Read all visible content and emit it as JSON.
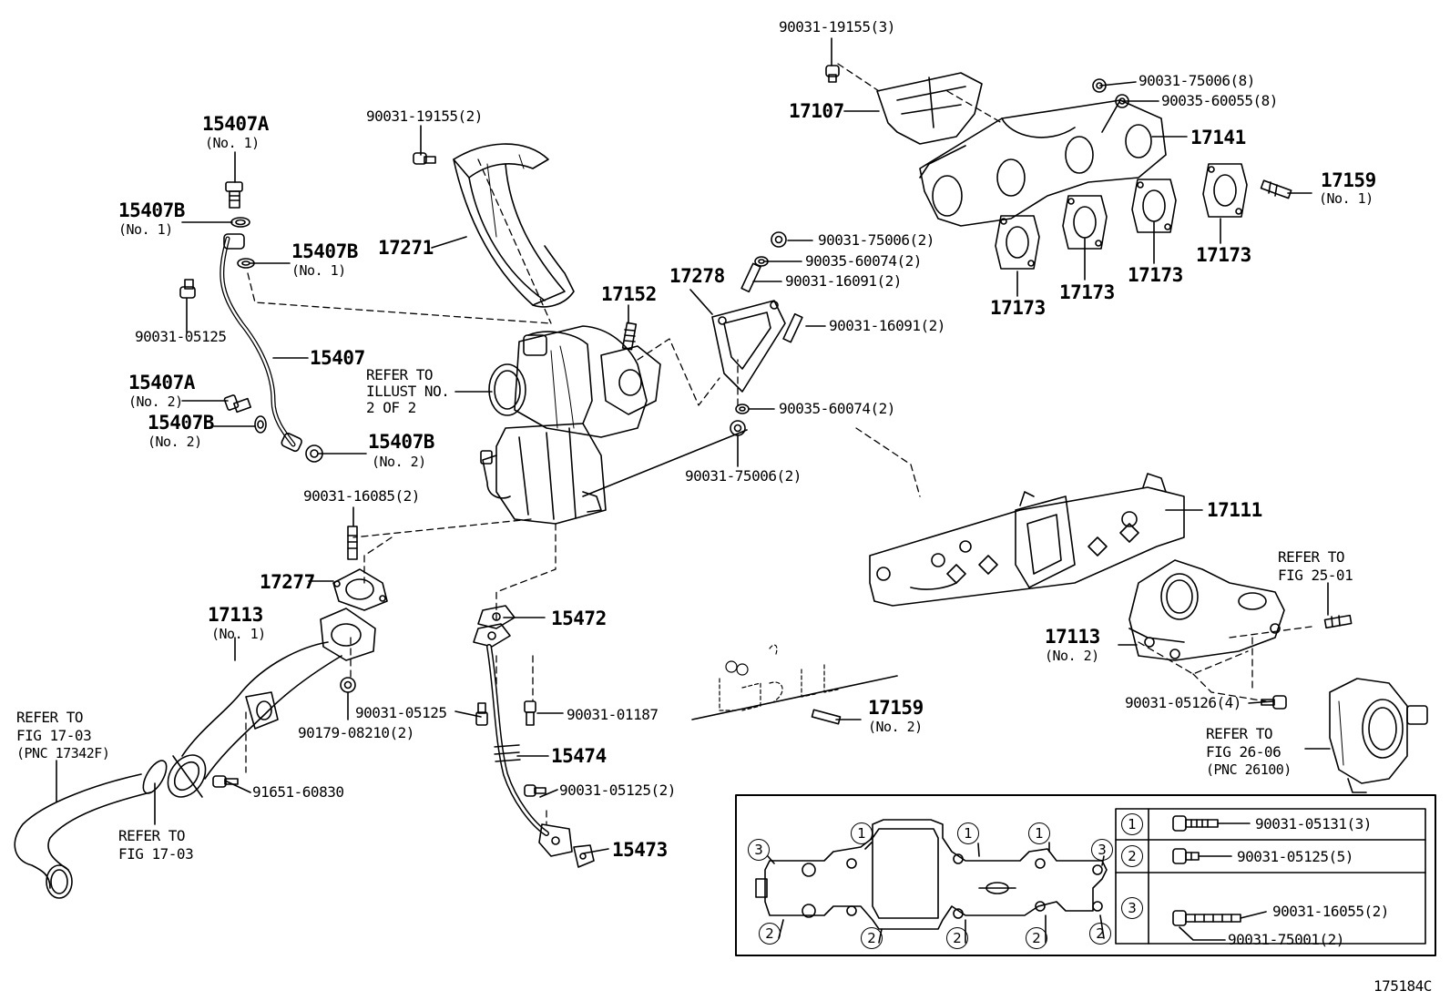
{
  "labels": {
    "p15407A_1": "15407A",
    "p15407A_1_sub": "(No. 1)",
    "p15407B_1a": "15407B",
    "p15407B_1a_sub": "(No. 1)",
    "p15407B_1b": "15407B",
    "p15407B_1b_sub": "(No. 1)",
    "b90031_05125_a": "90031-05125",
    "p15407": "15407",
    "p15407A_2": "15407A",
    "p15407A_2_sub": "(No. 2)",
    "p15407B_2a": "15407B",
    "p15407B_2a_sub": "(No. 2)",
    "p15407B_2b": "15407B",
    "p15407B_2b_sub": "(No. 2)",
    "b90031_19155_2": "90031-19155(2)",
    "p17271": "17271",
    "ref_illust_1": "REFER TO",
    "ref_illust_2": "ILLUST NO.",
    "ref_illust_3": "2 OF 2",
    "p17152": "17152",
    "p17278": "17278",
    "b90031_19155_3": "90031-19155(3)",
    "p17107": "17107",
    "n90031_75006_8": "90031-75006(8)",
    "n90035_60055_8": "90035-60055(8)",
    "p17141": "17141",
    "p17159_1": "17159",
    "p17159_1_sub": "(No. 1)",
    "n90031_75006_2a": "90031-75006(2)",
    "w90035_60074_2a": "90035-60074(2)",
    "s90031_16091_2a": "90031-16091(2)",
    "s90031_16091_2b": "90031-16091(2)",
    "w90035_60074_2b": "90035-60074(2)",
    "n90031_75006_2b": "90031-75006(2)",
    "g17173_a": "17173",
    "g17173_b": "17173",
    "g17173_c": "17173",
    "g17173_d": "17173",
    "s90031_16085_2": "90031-16085(2)",
    "p17277": "17277",
    "p17113_1": "17113",
    "p17113_1_sub": "(No. 1)",
    "ref_17_03a_1": "REFER TO",
    "ref_17_03a_2": "FIG 17-03",
    "ref_17_03a_3": "(PNC 17342F)",
    "n90179_08210_2": "90179-08210(2)",
    "b90031_05125_b": "90031-05125",
    "c91651_60830": "91651-60830",
    "ref_17_03b_1": "REFER TO",
    "ref_17_03b_2": "FIG 17-03",
    "p15472": "15472",
    "b90031_01187": "90031-01187",
    "p15474": "15474",
    "b90031_05125_2": "90031-05125(2)",
    "p15473": "15473",
    "p17159_2": "17159",
    "p17159_2_sub": "(No. 2)",
    "p17111": "17111",
    "ref_25_01_1": "REFER TO",
    "ref_25_01_2": "FIG 25-01",
    "p17113_2": "17113",
    "p17113_2_sub": "(No. 2)",
    "b90031_05126_4": "90031-05126(4)",
    "ref_26_06_1": "REFER TO",
    "ref_26_06_2": "FIG 26-06",
    "ref_26_06_3": "(PNC 26100)",
    "illustration_code": "175184C"
  },
  "legend": {
    "rows": [
      {
        "key": "1",
        "parts": [
          "90031-05131(3)"
        ]
      },
      {
        "key": "2",
        "parts": [
          "90031-05125(5)"
        ]
      },
      {
        "key": "3",
        "parts": [
          "90031-16055(2)",
          "90031-75001(2)"
        ]
      }
    ],
    "markers": {
      "one": "1",
      "two": "2",
      "three": "3"
    }
  }
}
